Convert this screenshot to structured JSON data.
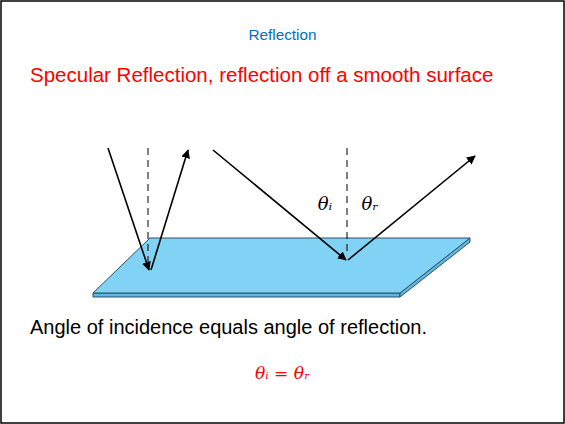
{
  "diagram": {
    "title": "Reflection",
    "labels": [
      "Specular Reflection, reflection off a smooth surface",
      "θᵢ",
      "θᵣ",
      "Angle of incidence equals angle of reflection.",
      "θᵢ = θᵣ"
    ]
  }
}
